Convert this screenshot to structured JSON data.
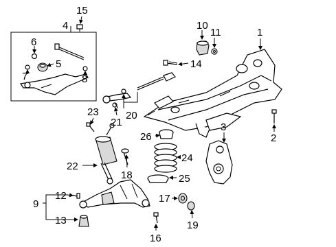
{
  "diagram": {
    "callouts": [
      "1",
      "2",
      "3",
      "4",
      "5",
      "6",
      "7",
      "8",
      "9",
      "10",
      "11",
      "12",
      "13",
      "14",
      "15",
      "16",
      "17",
      "18",
      "19",
      "20",
      "21",
      "22",
      "23",
      "24",
      "25",
      "26"
    ]
  }
}
